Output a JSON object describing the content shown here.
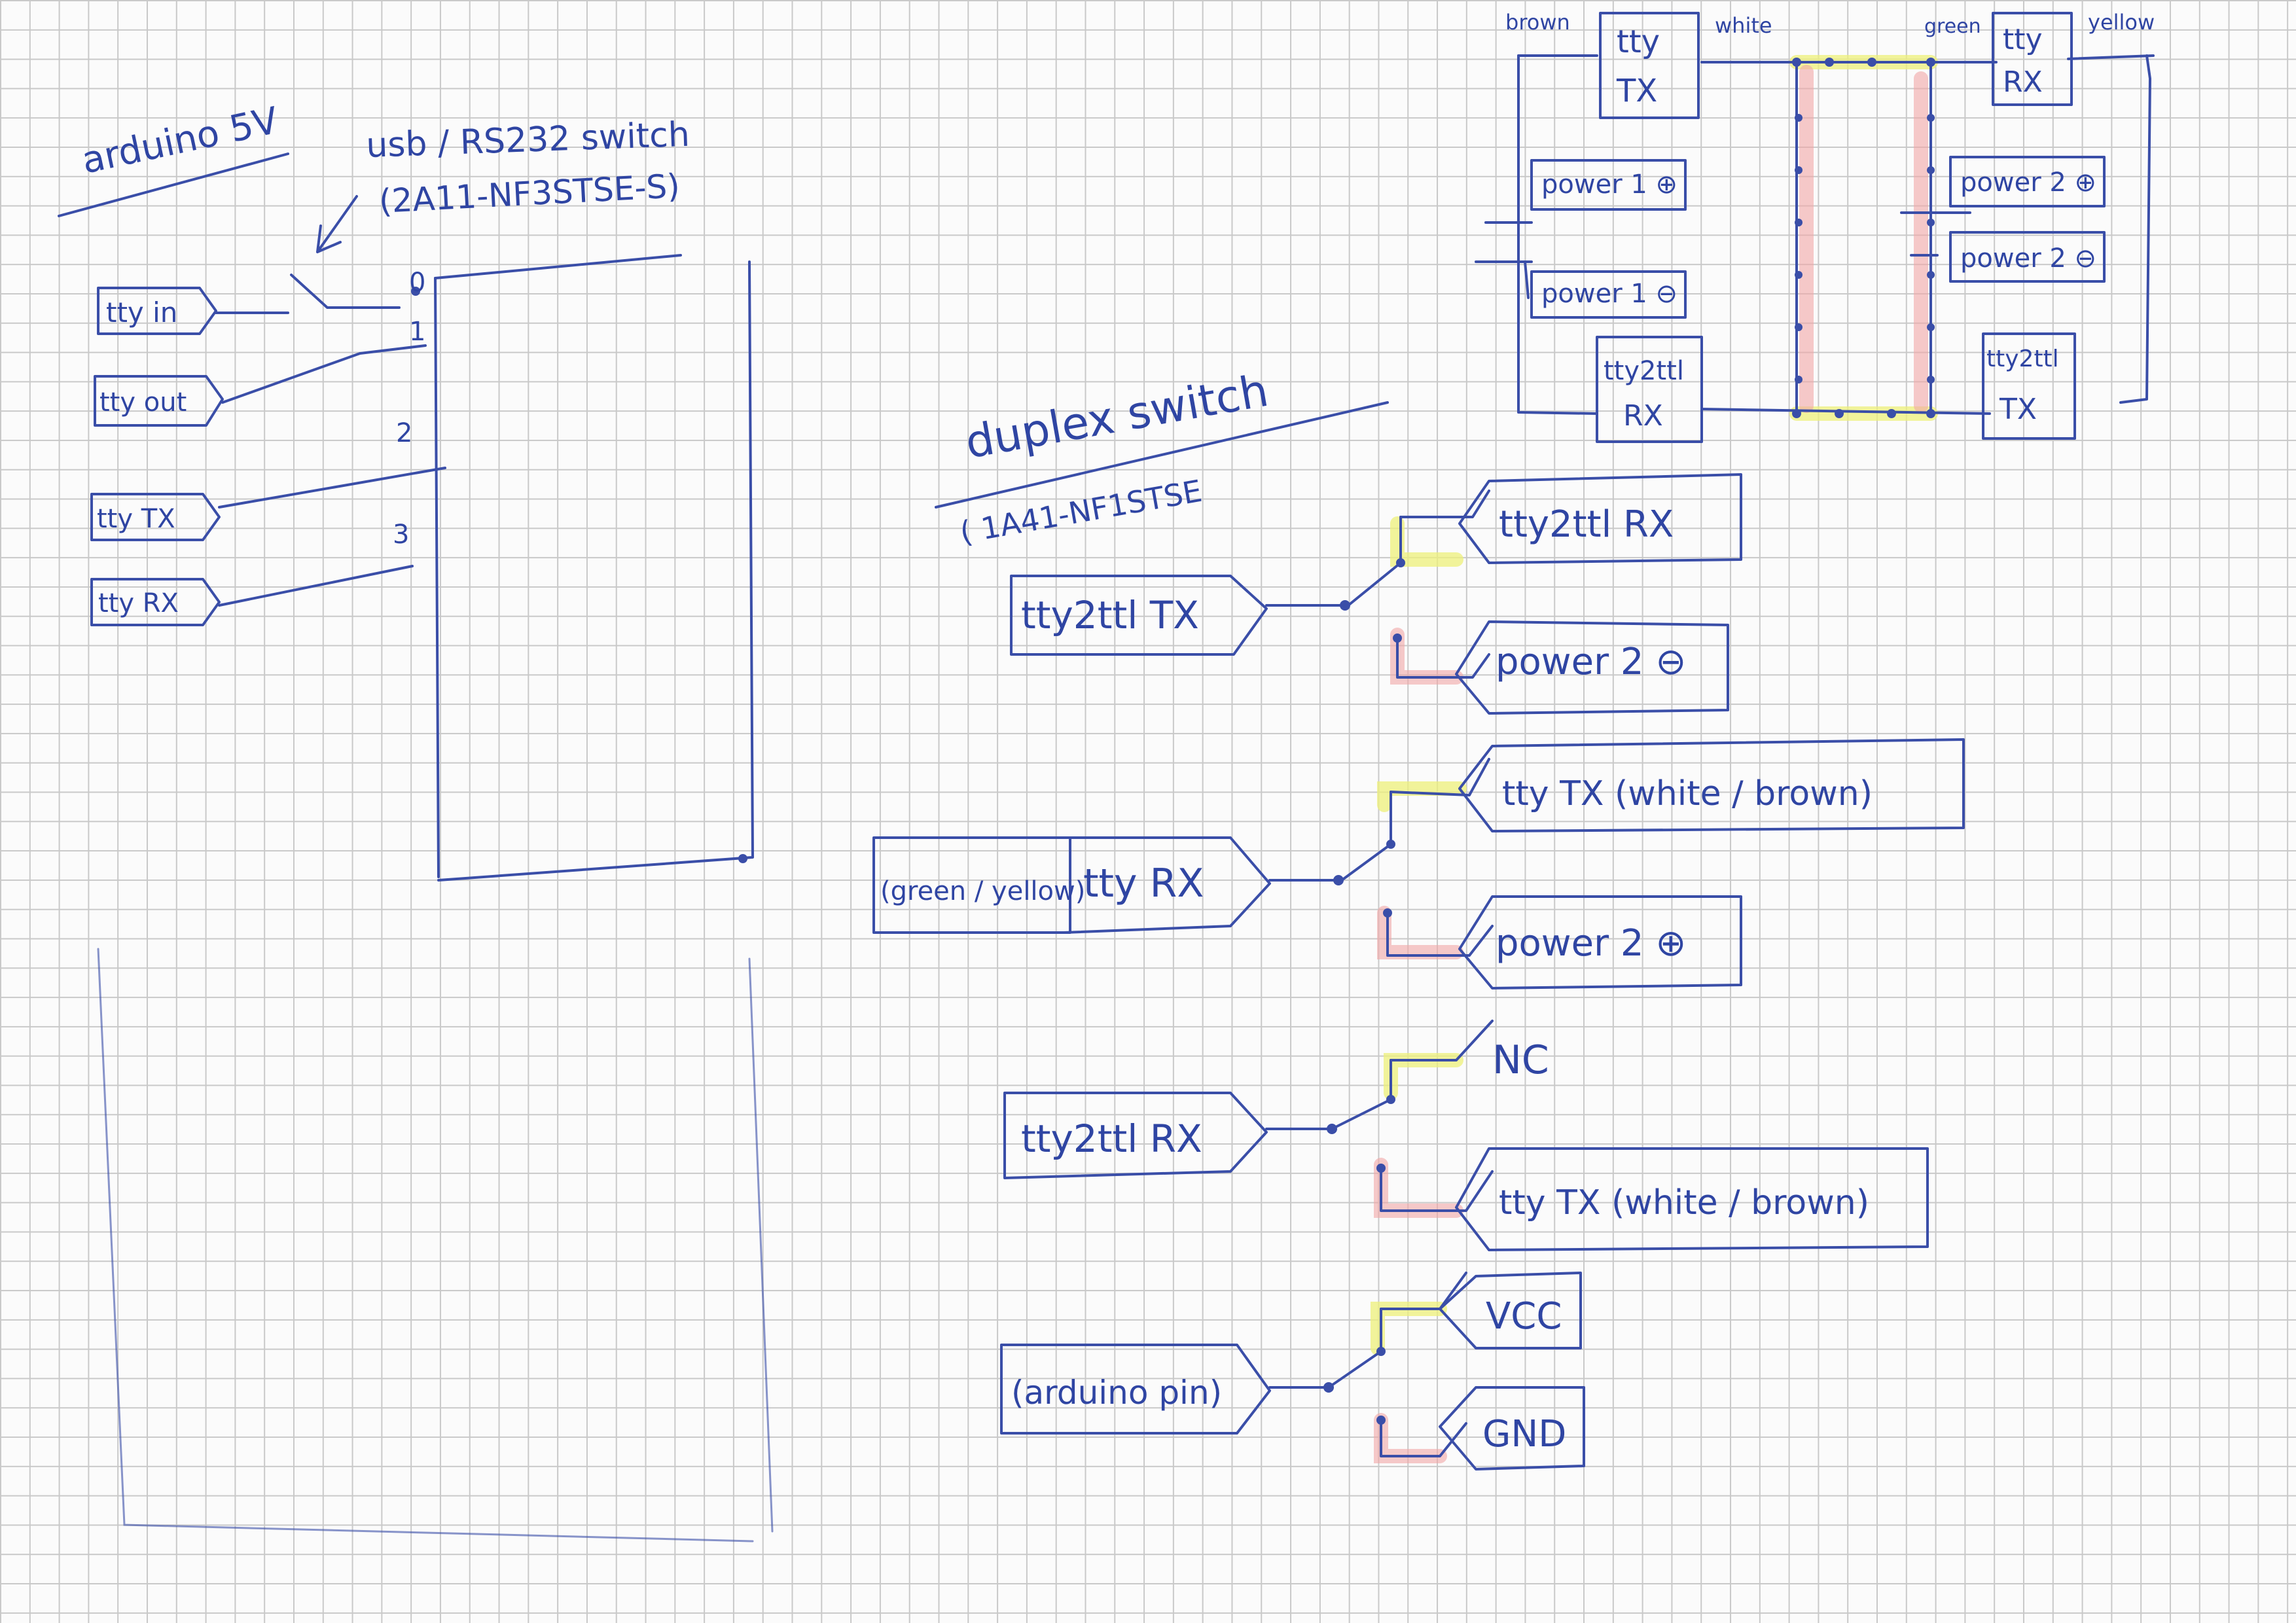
{
  "colors": {
    "ink": "#3a4ea8",
    "highlight_red": "#f2a6a6",
    "highlight_yellow": "#eef07a",
    "grid": "#c9c9c9"
  },
  "left": {
    "title": "arduino 5V",
    "switch_title": "usb / RS232 switch",
    "switch_part": "(2A11-NF3STSE-S)",
    "pins": [
      "0",
      "1",
      "2",
      "3"
    ],
    "inputs": [
      "tty in",
      "tty out",
      "tty TX",
      "tty RX"
    ]
  },
  "top_right": {
    "wire_labels": {
      "brown": "brown",
      "white": "white",
      "green": "green",
      "yellow": "yellow"
    },
    "blocks": {
      "tty_tx_top": {
        "line1": "tty",
        "line2": "TX"
      },
      "tty_rx_top": {
        "line1": "tty",
        "line2": "RX"
      },
      "power1_plus": "power 1 ⊕",
      "power1_minus": "power 1 ⊖",
      "power2_plus": "power 2 ⊕",
      "power2_minus": "power 2 ⊖",
      "tty2ttl_rx": {
        "line1": "tty2ttl",
        "line2": "RX"
      },
      "tty2ttl_tx": {
        "line1": "tty2ttl",
        "line2": "TX"
      }
    }
  },
  "duplex": {
    "title": "duplex switch",
    "part": "( 1A41-NF1STSE",
    "groups": [
      {
        "input": "tty2ttl TX",
        "top": "tty2ttl RX",
        "bottom": "power 2 ⊖"
      },
      {
        "input_note": "(green / yellow)",
        "input": "tty RX",
        "top": "tty TX (white / brown)",
        "bottom": "power 2 ⊕"
      },
      {
        "input": "tty2ttl RX",
        "top": "NC",
        "bottom": "tty TX (white / brown)"
      },
      {
        "input": "(arduino pin)",
        "top": "VCC",
        "bottom": "GND"
      }
    ]
  }
}
